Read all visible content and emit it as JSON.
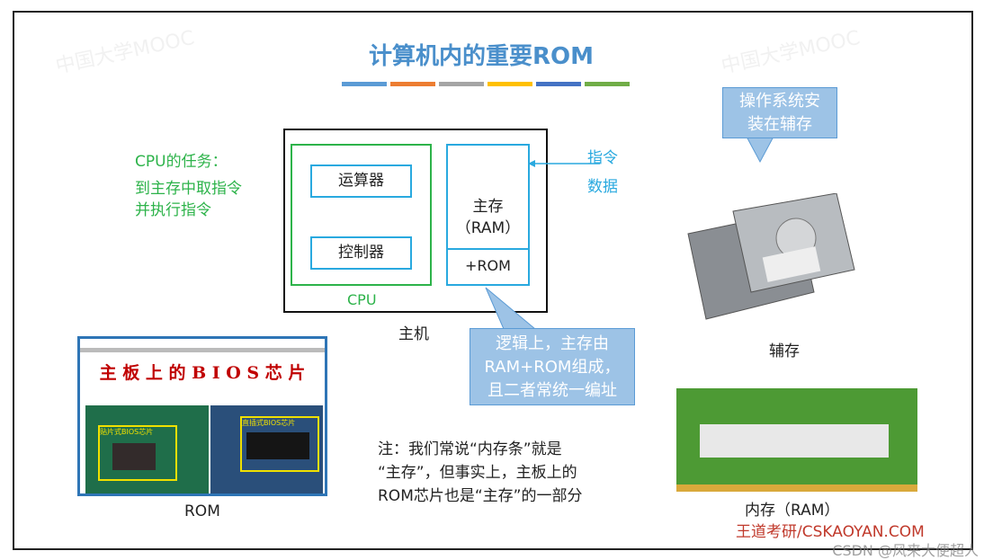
{
  "title": "计算机内的重要ROM",
  "accent_bars": [
    "#5b9bd5",
    "#ed7d31",
    "#a5a5a5",
    "#ffc000",
    "#4472c4",
    "#70ad47"
  ],
  "cpu_task": {
    "heading": "CPU的任务：",
    "line1": "到主存中取指令",
    "line2": "并执行指令"
  },
  "diagram": {
    "alu": "运算器",
    "control": "控制器",
    "cpu": "CPU",
    "main_memory": "主存",
    "ram": "（RAM）",
    "rom": "+ROM",
    "host": "主机",
    "instr": "指令",
    "data": "数据"
  },
  "callout_logic": {
    "line1": "逻辑上，主存由",
    "line2": "RAM+ROM组成，",
    "line3": "且二者常统一编址"
  },
  "callout_os": {
    "line1": "操作系统安",
    "line2": "装在辅存"
  },
  "bios": {
    "caption": "主 板 上 的 B I O S 芯 片",
    "chip1": "贴片式BIOS芯片",
    "chip2": "直插式BIOS芯片",
    "label": "ROM"
  },
  "aux_label": "辅存",
  "ram_label": "内存（RAM）",
  "note": {
    "line1": "注：我们常说“内存条”就是",
    "line2": "“主存”，但事实上，主板上的",
    "line3": "ROM芯片也是“主存”的一部分"
  },
  "brand": "王道考研/CSKAOYAN.COM",
  "watermark": "CSDN @风来大便超人",
  "mooc_watermark": "中国大学MOOC"
}
